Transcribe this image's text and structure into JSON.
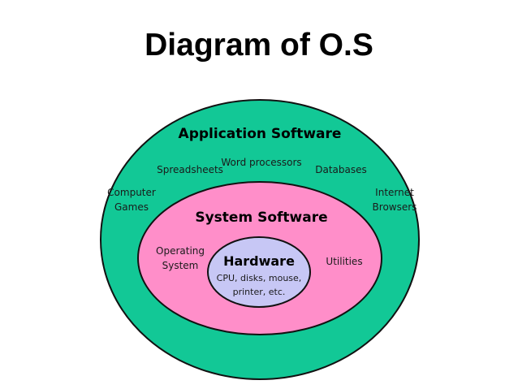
{
  "title": "Diagram of O.S",
  "colors": {
    "application_layer": "#12c896",
    "system_layer": "#ff8ec9",
    "hardware_layer": "#c7c7f5",
    "outline": "#111111"
  },
  "layers": {
    "application": {
      "heading": "Application Software",
      "items": {
        "spreadsheets": "Spreadsheets",
        "word_processors": "Word processors",
        "databases": "Databases",
        "computer_games": [
          "Computer",
          "Games"
        ],
        "internet_browsers": [
          "Internet",
          "Browsers"
        ]
      }
    },
    "system": {
      "heading": "System Software",
      "items": {
        "operating_system": [
          "Operating",
          "System"
        ],
        "utilities": "Utilities"
      }
    },
    "hardware": {
      "heading": "Hardware",
      "details": [
        "CPU, disks, mouse,",
        "printer, etc."
      ]
    }
  }
}
